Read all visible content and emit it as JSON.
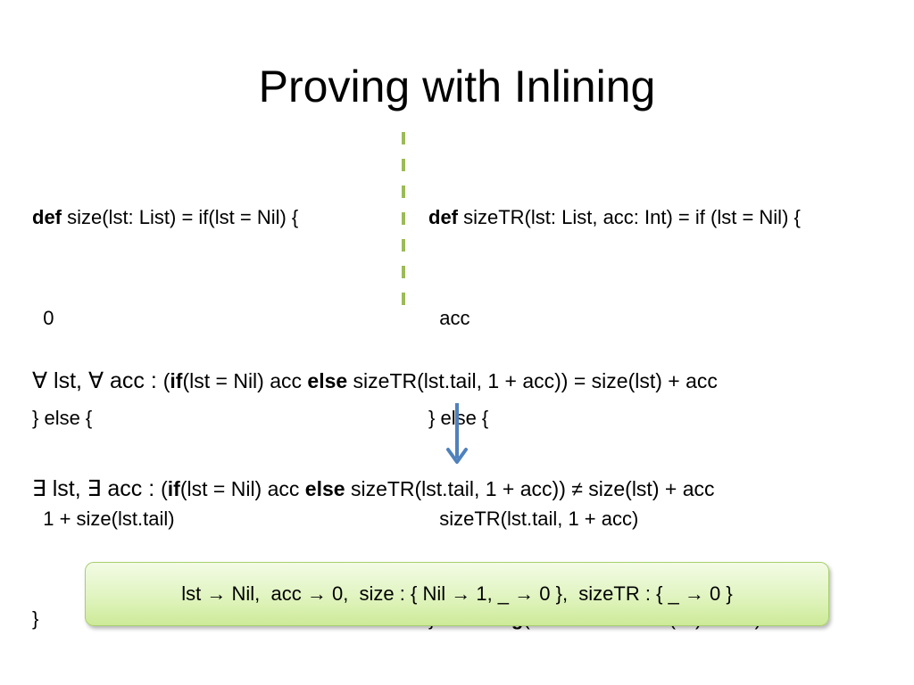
{
  "slide": {
    "title": "Proving with Inlining"
  },
  "code_left": {
    "line1_kw": "def",
    "line1_rest": " size(lst: List) = if(lst = Nil) {",
    "line2": "  0",
    "line3": "} else {",
    "line4": "  1 + size(lst.tail)",
    "line5": "}"
  },
  "code_right": {
    "line1_kw": "def",
    "line1_rest": " sizeTR(lst: List, acc: Int) = if (lst = Nil) {",
    "line2": "  acc",
    "line3": "} else {",
    "line4": "  sizeTR(lst.tail, 1 + acc)",
    "line5_pre": "} ",
    "line5_kw": "ensuring",
    "line5_rest": "(res ⇒ res = size(lst) + acc)"
  },
  "formula_forall": {
    "quantifiers": "∀ lst, ∀ acc : ",
    "open": "(",
    "kw_if": "if",
    "mid": "(lst = Nil) acc ",
    "kw_else": "else",
    "rest": " sizeTR(lst.tail, 1 + acc)) = size(lst) + acc"
  },
  "formula_exists": {
    "quantifiers": "∃ lst, ∃ acc : ",
    "open": "(",
    "kw_if": "if",
    "mid": "(lst = Nil) acc ",
    "kw_else": "else",
    "rest": " sizeTR(lst.tail, 1 + acc)) ≠ size(lst) + acc"
  },
  "model": {
    "text": "lst → Nil,  acc → 0,  size : { Nil → 1, _ → 0 },  sizeTR : { _ → 0 }"
  },
  "colors": {
    "divider": "#9bbb59",
    "arrow": "#4f81bd",
    "model_border": "#a9cf6f",
    "model_fill": "#e0f4bf"
  },
  "icons": {
    "arrow": "arrow-down-icon"
  }
}
